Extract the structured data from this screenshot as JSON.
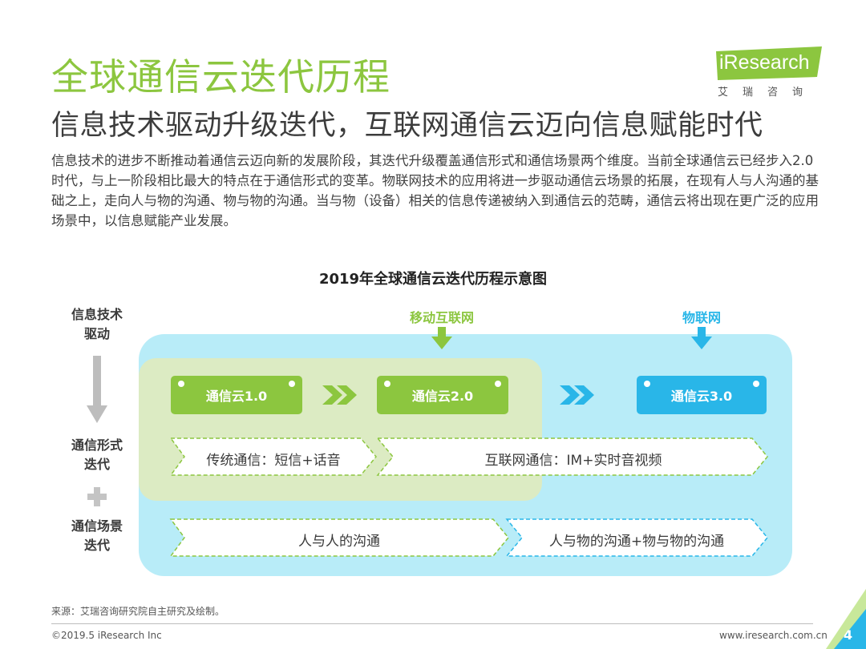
{
  "header": {
    "title": "全球通信云迭代历程",
    "subtitle": "信息技术驱动升级迭代，互联网通信云迈向信息赋能时代",
    "body": "信息技术的进步不断推动着通信云迈向新的发展阶段，其迭代升级覆盖通信形式和通信场景两个维度。当前全球通信云已经步入2.0时代，与上一阶段相比最大的特点在于通信形式的变革。物联网技术的应用将进一步驱动通信云场景的拓展，在现有人与人沟通的基础之上，走向人与物的沟通、物与物的沟通。当与物（设备）相关的信息传递被纳入到通信云的范畴，通信云将出现在更广泛的应用场景中，以信息赋能产业发展。"
  },
  "logo": {
    "text": "iResearch",
    "sub": "艾瑞咨询"
  },
  "diagram": {
    "title": "2019年全球通信云迭代历程示意图",
    "side_labels": {
      "driver_line1": "信息技术",
      "driver_line2": "驱动",
      "form_line1": "通信形式",
      "form_line2": "迭代",
      "plus": "+",
      "scene_line1": "通信场景",
      "scene_line2": "迭代"
    },
    "stage_labels": {
      "mobile": "移动互联网",
      "iot": "物联网"
    },
    "clouds": {
      "v1": "通信云1.0",
      "v2": "通信云2.0",
      "v3": "通信云3.0"
    },
    "bands": {
      "traditional": "传统通信：短信+话音",
      "internet": "互联网通信：IM+实时音视频",
      "human": "人与人的沟通",
      "things": "人与物的沟通+物与物的沟通"
    },
    "colors": {
      "green": "#8cc63f",
      "cyan": "#29b6e8",
      "light_blue": "#b8ecf8",
      "light_green": "#dcebc3"
    }
  },
  "footer": {
    "source": "来源：艾瑞咨询研究院自主研究及绘制。",
    "copyright": "©2019.5 iResearch Inc",
    "website": "www.iresearch.com.cn",
    "page": "4"
  }
}
